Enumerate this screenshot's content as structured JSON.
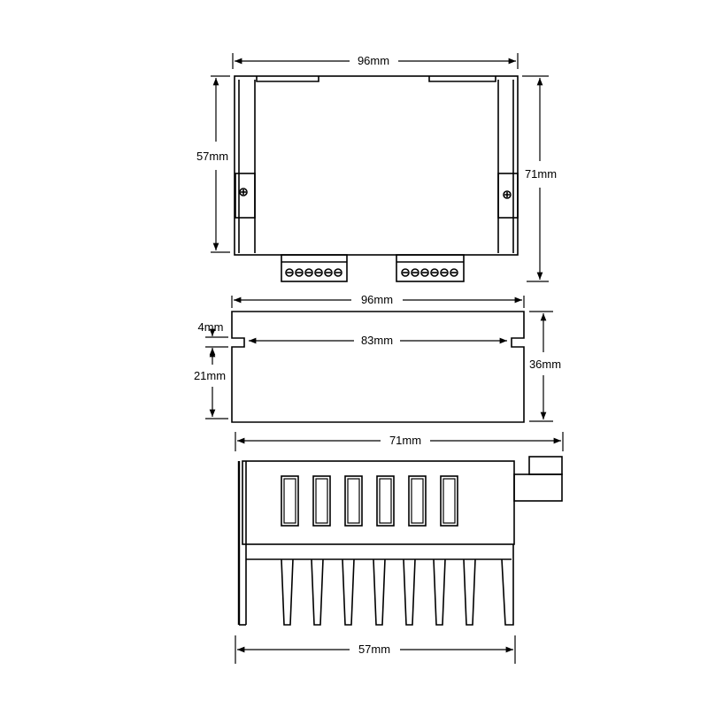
{
  "top_view": {
    "width_label": "96mm",
    "inner_height_label": "57mm",
    "outer_height_label": "71mm"
  },
  "side_view": {
    "width_label": "96mm",
    "slot_depth_label": "4mm",
    "slot_pitch_label": "83mm",
    "lower_height_label": "21mm",
    "total_height_label": "36mm"
  },
  "end_view": {
    "width_label": "71mm",
    "heatsink_width_label": "57mm"
  },
  "colors": {
    "line": "#000000",
    "background": "#ffffff"
  }
}
